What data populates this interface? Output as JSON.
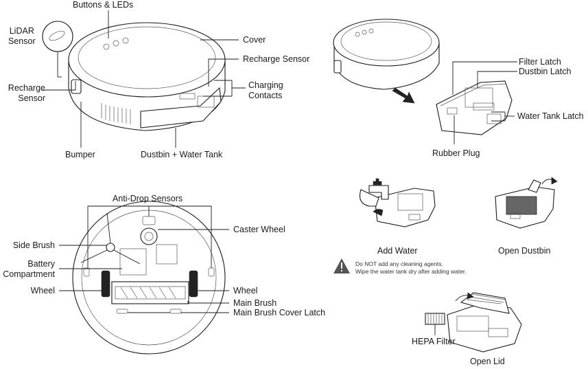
{
  "top_view": {
    "labels": {
      "buttons_leds": "Buttons & LEDs",
      "lidar_sensor": "LiDAR\nSensor",
      "cover": "Cover",
      "recharge_sensor_right": "Recharge Sensor",
      "recharge_sensor_left": "Recharge\nSensor",
      "charging_contacts": "Charging\nContacts",
      "bumper": "Bumper",
      "dustbin_water_tank": "Dustbin + Water Tank"
    }
  },
  "dustbin_view": {
    "labels": {
      "filter_latch": "Filter Latch",
      "dustbin_latch": "Dustbin Latch",
      "water_tank_latch": "Water Tank Latch",
      "rubber_plug": "Rubber Plug"
    }
  },
  "bottom_view": {
    "labels": {
      "anti_drop_sensors": "Anti-Drop Sensors",
      "caster_wheel": "Caster Wheel",
      "side_brush": "Side Brush",
      "battery_compartment": "Battery\nCompartment",
      "wheel_left": "Wheel",
      "wheel_right": "Wheel",
      "main_brush": "Main Brush",
      "main_brush_cover_latch": "Main Brush Cover Latch"
    }
  },
  "steps": {
    "add_water": "Add Water",
    "open_dustbin": "Open Dustbin",
    "hepa_filter": "HEPA Filter",
    "open_lid": "Open Lid"
  },
  "warning": {
    "icon": "warning-triangle-icon",
    "line1": "Do NOT add any cleaning agents.",
    "line2": "Wipe the water tank dry after adding water."
  }
}
